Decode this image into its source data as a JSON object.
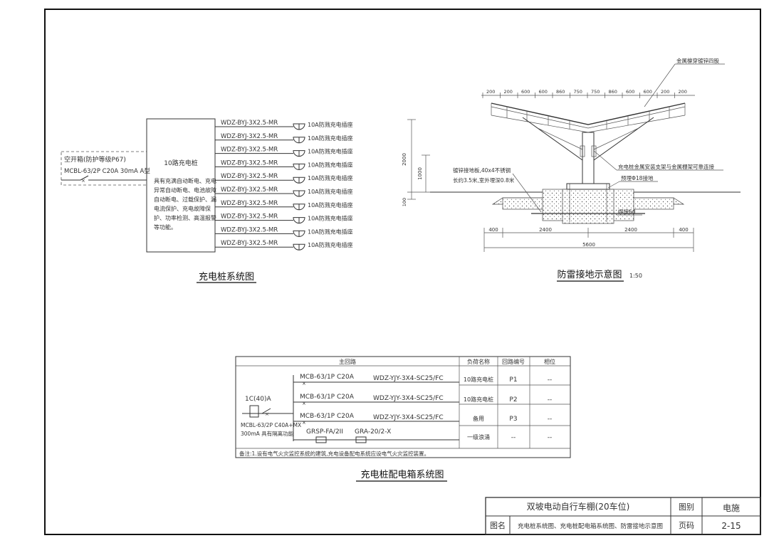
{
  "charger_system": {
    "title": "充电桩系统图",
    "breaker_label": "空开箱(防护等级P67)",
    "breaker_spec": "MCBL-63/2P C20A 30mA A型",
    "box_title": "10路充电桩",
    "box_desc": [
      "具有充满自动断电、充电",
      "异常自动断电、电池故障",
      "自动断电、过载保护、漏",
      "电流保护、充电故障保",
      "护、功率检测、高温报警",
      "等功能。"
    ],
    "cables": [
      "WDZ-BYJ-3X2.5-MR",
      "WDZ-BYJ-3X2.5-MR",
      "WDZ-BYJ-3X2.5-MR",
      "WDZ-BYJ-3X2.5-MR",
      "WDZ-BYJ-3X2.5-MR",
      "WDZ-BYJ-3X2.5-MR",
      "WDZ-BYJ-3X2.5-MR",
      "WDZ-BYJ-3X2.5-MR",
      "WDZ-BYJ-3X2.5-MR",
      "WDZ-BYJ-3X2.5-MR"
    ],
    "sockets": [
      "10A防溅充电插座",
      "10A防溅充电插座",
      "10A防溅充电插座",
      "10A防溅充电插座",
      "10A防溅充电插座",
      "10A防溅充电插座",
      "10A防溅充电插座",
      "10A防溅充电插座",
      "10A防溅充电插座",
      "10A防溅充电插座"
    ]
  },
  "lightning": {
    "title": "防雷接地示意图",
    "scale": "1:50",
    "note_roof": "金属檩穿镀锌四股",
    "top_dims": [
      "200",
      "200",
      "600",
      "600",
      "860",
      "750",
      "750",
      "860",
      "600",
      "600",
      "200",
      "200"
    ],
    "heights": [
      "2000",
      "1000",
      "100"
    ],
    "note_bolt": "充电桩金属安装支架与金属棚架可靠连接",
    "note_ground_1": "镀锌接地板,40x4不锈钢",
    "note_ground_2": "长约3.5米,室外埋深0.8米",
    "note_rebar": "预埋Φ18接地",
    "note_weld": "焊接6d",
    "bottom_dims": [
      "400",
      "2400",
      "2400",
      "400"
    ],
    "total_dim": "5600"
  },
  "distribution": {
    "title": "充电桩配电箱系统图",
    "headers": [
      "主回路",
      "负荷名称",
      "回路编号",
      "相位"
    ],
    "incoming": "1C(40)A",
    "main_breaker": "MCBL-63/2P C40A+MX",
    "main_breaker_2": "300mA 具有隔离功能",
    "rows": [
      {
        "breaker": "MCB-63/1P C20A",
        "cable": "WDZ-YJY-3X4-SC25/FC",
        "load": "10路充电桩",
        "circuit": "P1",
        "phase": "--"
      },
      {
        "breaker": "MCB-63/1P C20A",
        "cable": "WDZ-YJY-3X4-SC25/FC",
        "load": "10路充电桩",
        "circuit": "P2",
        "phase": "--"
      },
      {
        "breaker": "MCB-63/1P C20A",
        "cable": "WDZ-YJY-3X4-SC25/FC",
        "load": "备用",
        "circuit": "P3",
        "phase": "--"
      },
      {
        "breaker": "GRSP-FA/2II",
        "cable": "GRA-20/2-X",
        "load": "一级浪涌",
        "circuit": "--",
        "phase": "--"
      }
    ],
    "note": "备注:1.设有电气火灾监控系统的建筑,充电设备配电系统应设电气火灾监控装置。"
  },
  "title_block": {
    "project": "双坡电动自行车棚(20车位)",
    "category_label": "图别",
    "category_value": "电施",
    "drawing_label": "图名",
    "drawing_name": "充电桩系统图、充电桩配电箱系统图、防雷接地示意图",
    "page_label": "页码",
    "page_value": "2-15"
  }
}
